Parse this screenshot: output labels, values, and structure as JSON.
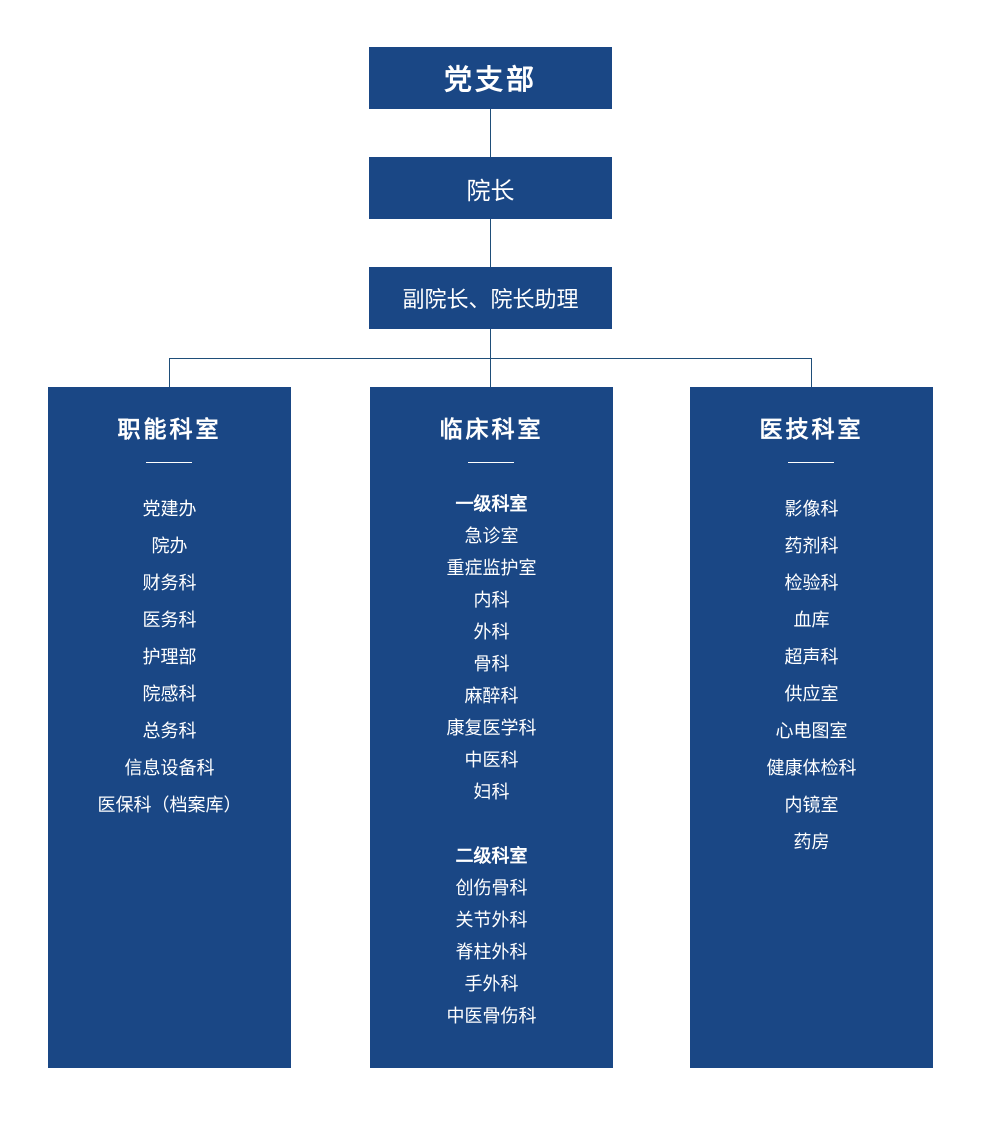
{
  "top_nodes": {
    "party_branch": "党支部",
    "president": "院长",
    "vice_president": "副院长、院长助理"
  },
  "columns": {
    "functional": {
      "title": "职能科室",
      "items": [
        "党建办",
        "院办",
        "财务科",
        "医务科",
        "护理部",
        "院感科",
        "总务科",
        "信息设备科",
        "医保科（档案库）"
      ]
    },
    "clinical": {
      "title": "临床科室",
      "level1_title": "一级科室",
      "level1_items": [
        "急诊室",
        "重症监护室",
        "内科",
        "外科",
        "骨科",
        "麻醉科",
        "康复医学科",
        "中医科",
        "妇科"
      ],
      "level2_title": "二级科室",
      "level2_items": [
        "创伤骨科",
        "关节外科",
        "脊柱外科",
        "手外科",
        "中医骨伤科"
      ]
    },
    "medtech": {
      "title": "医技科室",
      "items": [
        "影像科",
        "药剂科",
        "检验科",
        "血库",
        "超声科",
        "供应室",
        "心电图室",
        "健康体检科",
        "内镜室",
        "药房"
      ]
    }
  },
  "colors": {
    "box": "#1a4785",
    "line": "#1f4e79",
    "text": "#ffffff"
  }
}
